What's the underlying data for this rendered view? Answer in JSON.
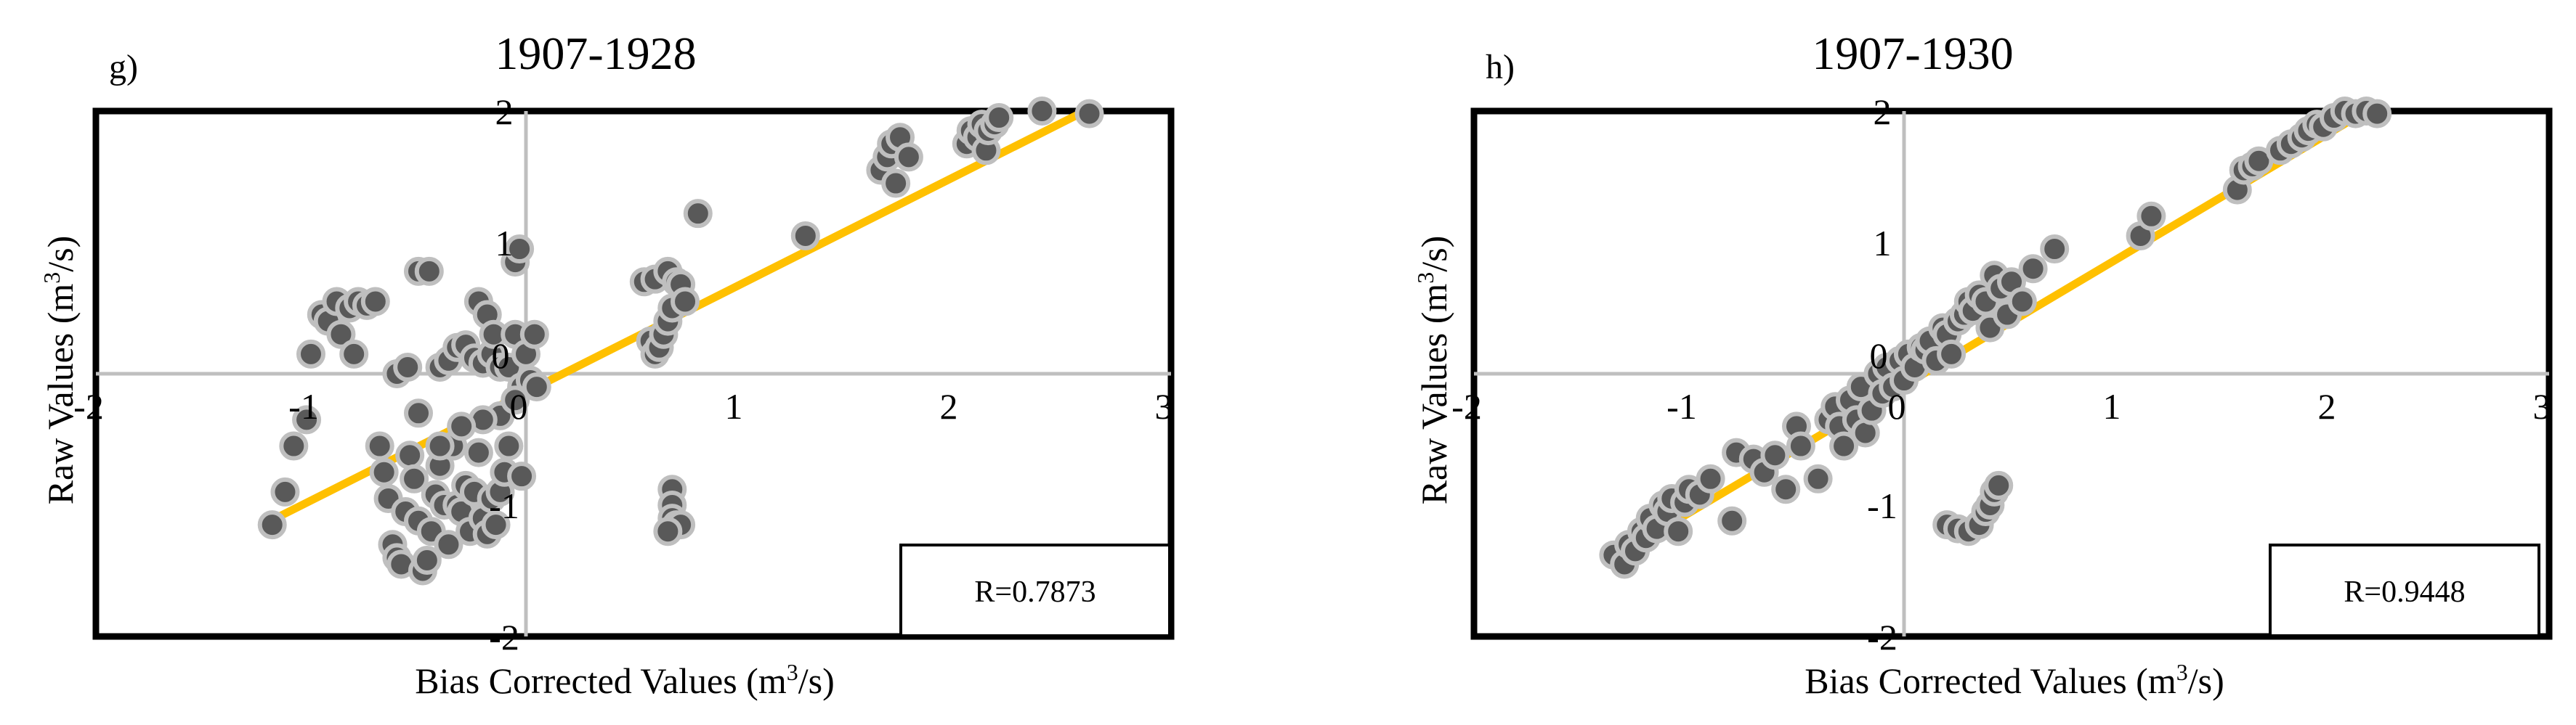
{
  "colors": {
    "frame": "#000000",
    "axis_line": "#bfbfbf",
    "point_fill": "#595959",
    "point_stroke": "#bfbfbf",
    "trend": "#ffc000",
    "background": "#ffffff"
  },
  "chart_data": [
    {
      "type": "scatter",
      "panel_letter": "g)",
      "title": "1907-1928",
      "xlabel": "Bias Corrected Values (m",
      "xlabel_sup": "3",
      "xlabel_tail": "/s)",
      "ylabel": "Raw Values (m",
      "ylabel_sup": "3",
      "ylabel_tail": "/s)",
      "xlim": [
        -2,
        3
      ],
      "ylim": [
        -2,
        2
      ],
      "xticks": [
        "-2",
        "-1",
        "0",
        "1",
        "2",
        "3"
      ],
      "yticks": [
        "-2",
        "-1",
        "0",
        "1",
        "2"
      ],
      "annotation": "R=0.7873",
      "trendline": {
        "x": [
          -1.2,
          2.6
        ],
        "y": [
          -1.13,
          2.0
        ]
      },
      "points": [
        [
          -1.18,
          -1.15
        ],
        [
          -1.12,
          -0.9
        ],
        [
          -1.08,
          -0.55
        ],
        [
          -1.02,
          -0.35
        ],
        [
          -1.0,
          0.15
        ],
        [
          -0.95,
          0.45
        ],
        [
          -0.92,
          0.4
        ],
        [
          -0.88,
          0.55
        ],
        [
          -0.86,
          0.3
        ],
        [
          -0.82,
          0.5
        ],
        [
          -0.8,
          0.15
        ],
        [
          -0.78,
          0.55
        ],
        [
          -0.74,
          0.52
        ],
        [
          -0.7,
          0.55
        ],
        [
          -0.68,
          -0.55
        ],
        [
          -0.66,
          -0.75
        ],
        [
          -0.64,
          -0.95
        ],
        [
          -0.62,
          -1.3
        ],
        [
          -0.6,
          -1.4
        ],
        [
          -0.58,
          -1.45
        ],
        [
          -0.56,
          -1.05
        ],
        [
          -0.54,
          -0.62
        ],
        [
          -0.52,
          -0.8
        ],
        [
          -0.5,
          -1.12
        ],
        [
          -0.48,
          -1.5
        ],
        [
          -0.46,
          -1.42
        ],
        [
          -0.44,
          -1.2
        ],
        [
          -0.42,
          -0.92
        ],
        [
          -0.4,
          -0.7
        ],
        [
          -0.38,
          -1.0
        ],
        [
          -0.36,
          -1.3
        ],
        [
          -0.34,
          -0.55
        ],
        [
          -0.32,
          -1.0
        ],
        [
          -0.3,
          -1.05
        ],
        [
          -0.28,
          -0.85
        ],
        [
          -0.26,
          -1.2
        ],
        [
          -0.24,
          -0.9
        ],
        [
          -0.22,
          -0.6
        ],
        [
          -0.2,
          -1.1
        ],
        [
          -0.18,
          -1.22
        ],
        [
          -0.16,
          -0.95
        ],
        [
          -0.14,
          -1.15
        ],
        [
          -0.12,
          -0.9
        ],
        [
          -0.1,
          -0.75
        ],
        [
          -0.12,
          -0.32
        ],
        [
          -0.08,
          -0.55
        ],
        [
          -0.2,
          -0.35
        ],
        [
          -0.3,
          -0.4
        ],
        [
          -0.4,
          -0.55
        ],
        [
          -0.5,
          -0.3
        ],
        [
          -0.6,
          0.0
        ],
        [
          -0.55,
          0.05
        ],
        [
          -0.5,
          0.78
        ],
        [
          -0.45,
          0.78
        ],
        [
          -0.4,
          0.05
        ],
        [
          -0.36,
          0.1
        ],
        [
          -0.32,
          0.2
        ],
        [
          -0.28,
          0.22
        ],
        [
          -0.24,
          0.12
        ],
        [
          -0.2,
          0.08
        ],
        [
          -0.16,
          0.15
        ],
        [
          -0.12,
          0.05
        ],
        [
          -0.08,
          0.05
        ],
        [
          -0.05,
          0.85
        ],
        [
          -0.03,
          0.95
        ],
        [
          -0.22,
          0.55
        ],
        [
          -0.18,
          0.45
        ],
        [
          -0.15,
          0.3
        ],
        [
          -0.05,
          0.3
        ],
        [
          0.0,
          0.15
        ],
        [
          -0.02,
          -0.1
        ],
        [
          0.02,
          -0.05
        ],
        [
          0.05,
          -0.1
        ],
        [
          -0.05,
          -0.2
        ],
        [
          0.04,
          0.3
        ],
        [
          -0.02,
          -0.78
        ],
        [
          0.55,
          0.7
        ],
        [
          0.6,
          0.72
        ],
        [
          0.58,
          0.25
        ],
        [
          0.6,
          0.15
        ],
        [
          0.62,
          0.2
        ],
        [
          0.64,
          0.3
        ],
        [
          0.66,
          0.4
        ],
        [
          0.68,
          0.5
        ],
        [
          0.66,
          0.78
        ],
        [
          0.7,
          0.7
        ],
        [
          0.72,
          0.68
        ],
        [
          0.74,
          0.55
        ],
        [
          0.68,
          -0.88
        ],
        [
          0.68,
          -1.0
        ],
        [
          0.68,
          -1.1
        ],
        [
          0.7,
          -1.15
        ],
        [
          0.72,
          -1.15
        ],
        [
          0.66,
          -1.2
        ],
        [
          0.8,
          1.22
        ],
        [
          1.3,
          1.05
        ],
        [
          1.65,
          1.55
        ],
        [
          1.68,
          1.65
        ],
        [
          1.7,
          1.75
        ],
        [
          1.72,
          1.45
        ],
        [
          1.74,
          1.8
        ],
        [
          1.78,
          1.65
        ],
        [
          2.05,
          1.75
        ],
        [
          2.07,
          1.85
        ],
        [
          2.1,
          1.8
        ],
        [
          2.12,
          1.9
        ],
        [
          2.14,
          1.7
        ],
        [
          2.15,
          1.85
        ],
        [
          2.18,
          1.9
        ],
        [
          2.2,
          1.95
        ],
        [
          2.4,
          2.0
        ],
        [
          2.62,
          1.98
        ]
      ]
    },
    {
      "type": "scatter",
      "panel_letter": "h)",
      "title": "1907-1930",
      "xlabel": "Bias Corrected Values (m",
      "xlabel_sup": "3",
      "xlabel_tail": "/s)",
      "ylabel": "Raw Values (m",
      "ylabel_sup": "3",
      "ylabel_tail": "/s)",
      "xlim": [
        -2,
        3
      ],
      "ylim": [
        -2,
        2
      ],
      "xticks": [
        "-2",
        "-1",
        "0",
        "1",
        "2",
        "3"
      ],
      "yticks": [
        "-2",
        "-1",
        "0",
        "1",
        "2"
      ],
      "annotation": "R=0.9448",
      "trendline": {
        "x": [
          -1.35,
          2.15
        ],
        "y": [
          -1.4,
          2.0
        ]
      },
      "points": [
        [
          -1.35,
          -1.38
        ],
        [
          -1.3,
          -1.45
        ],
        [
          -1.28,
          -1.3
        ],
        [
          -1.25,
          -1.35
        ],
        [
          -1.22,
          -1.2
        ],
        [
          -1.2,
          -1.25
        ],
        [
          -1.18,
          -1.1
        ],
        [
          -1.15,
          -1.18
        ],
        [
          -1.12,
          -1.0
        ],
        [
          -1.1,
          -1.05
        ],
        [
          -1.08,
          -0.95
        ],
        [
          -1.05,
          -1.2
        ],
        [
          -1.02,
          -0.98
        ],
        [
          -1.0,
          -0.88
        ],
        [
          -0.95,
          -0.92
        ],
        [
          -0.9,
          -0.8
        ],
        [
          -0.8,
          -1.12
        ],
        [
          -0.78,
          -0.6
        ],
        [
          -0.7,
          -0.65
        ],
        [
          -0.65,
          -0.75
        ],
        [
          -0.6,
          -0.62
        ],
        [
          -0.55,
          -0.88
        ],
        [
          -0.5,
          -0.4
        ],
        [
          -0.48,
          -0.55
        ],
        [
          -0.4,
          -0.8
        ],
        [
          -0.35,
          -0.35
        ],
        [
          -0.32,
          -0.25
        ],
        [
          -0.3,
          -0.4
        ],
        [
          -0.28,
          -0.55
        ],
        [
          -0.25,
          -0.2
        ],
        [
          -0.22,
          -0.35
        ],
        [
          -0.2,
          -0.1
        ],
        [
          -0.18,
          -0.45
        ],
        [
          -0.15,
          -0.28
        ],
        [
          -0.12,
          0.0
        ],
        [
          -0.1,
          -0.15
        ],
        [
          -0.08,
          0.05
        ],
        [
          -0.05,
          -0.1
        ],
        [
          -0.02,
          0.1
        ],
        [
          0.0,
          -0.05
        ],
        [
          0.02,
          0.15
        ],
        [
          0.05,
          0.05
        ],
        [
          0.08,
          0.2
        ],
        [
          0.1,
          0.18
        ],
        [
          0.12,
          0.25
        ],
        [
          0.15,
          0.1
        ],
        [
          0.18,
          0.35
        ],
        [
          0.2,
          0.3
        ],
        [
          0.22,
          0.15
        ],
        [
          0.25,
          0.4
        ],
        [
          0.28,
          0.45
        ],
        [
          0.3,
          0.55
        ],
        [
          0.32,
          0.48
        ],
        [
          0.35,
          0.6
        ],
        [
          0.38,
          0.55
        ],
        [
          0.4,
          0.35
        ],
        [
          0.42,
          0.75
        ],
        [
          0.45,
          0.65
        ],
        [
          0.48,
          0.45
        ],
        [
          0.5,
          0.7
        ],
        [
          0.55,
          0.55
        ],
        [
          0.6,
          0.8
        ],
        [
          0.7,
          0.95
        ],
        [
          0.2,
          -1.15
        ],
        [
          0.25,
          -1.18
        ],
        [
          0.3,
          -1.2
        ],
        [
          0.35,
          -1.15
        ],
        [
          0.38,
          -1.05
        ],
        [
          0.4,
          -1.0
        ],
        [
          0.42,
          -0.9
        ],
        [
          0.44,
          -0.85
        ],
        [
          1.1,
          1.05
        ],
        [
          1.15,
          1.2
        ],
        [
          1.55,
          1.4
        ],
        [
          1.58,
          1.55
        ],
        [
          1.62,
          1.58
        ],
        [
          1.65,
          1.62
        ],
        [
          1.75,
          1.7
        ],
        [
          1.8,
          1.75
        ],
        [
          1.85,
          1.8
        ],
        [
          1.88,
          1.85
        ],
        [
          1.92,
          1.9
        ],
        [
          1.95,
          1.88
        ],
        [
          2.0,
          1.95
        ],
        [
          2.05,
          2.0
        ],
        [
          2.1,
          1.98
        ],
        [
          2.15,
          2.0
        ],
        [
          2.2,
          1.98
        ]
      ]
    }
  ]
}
